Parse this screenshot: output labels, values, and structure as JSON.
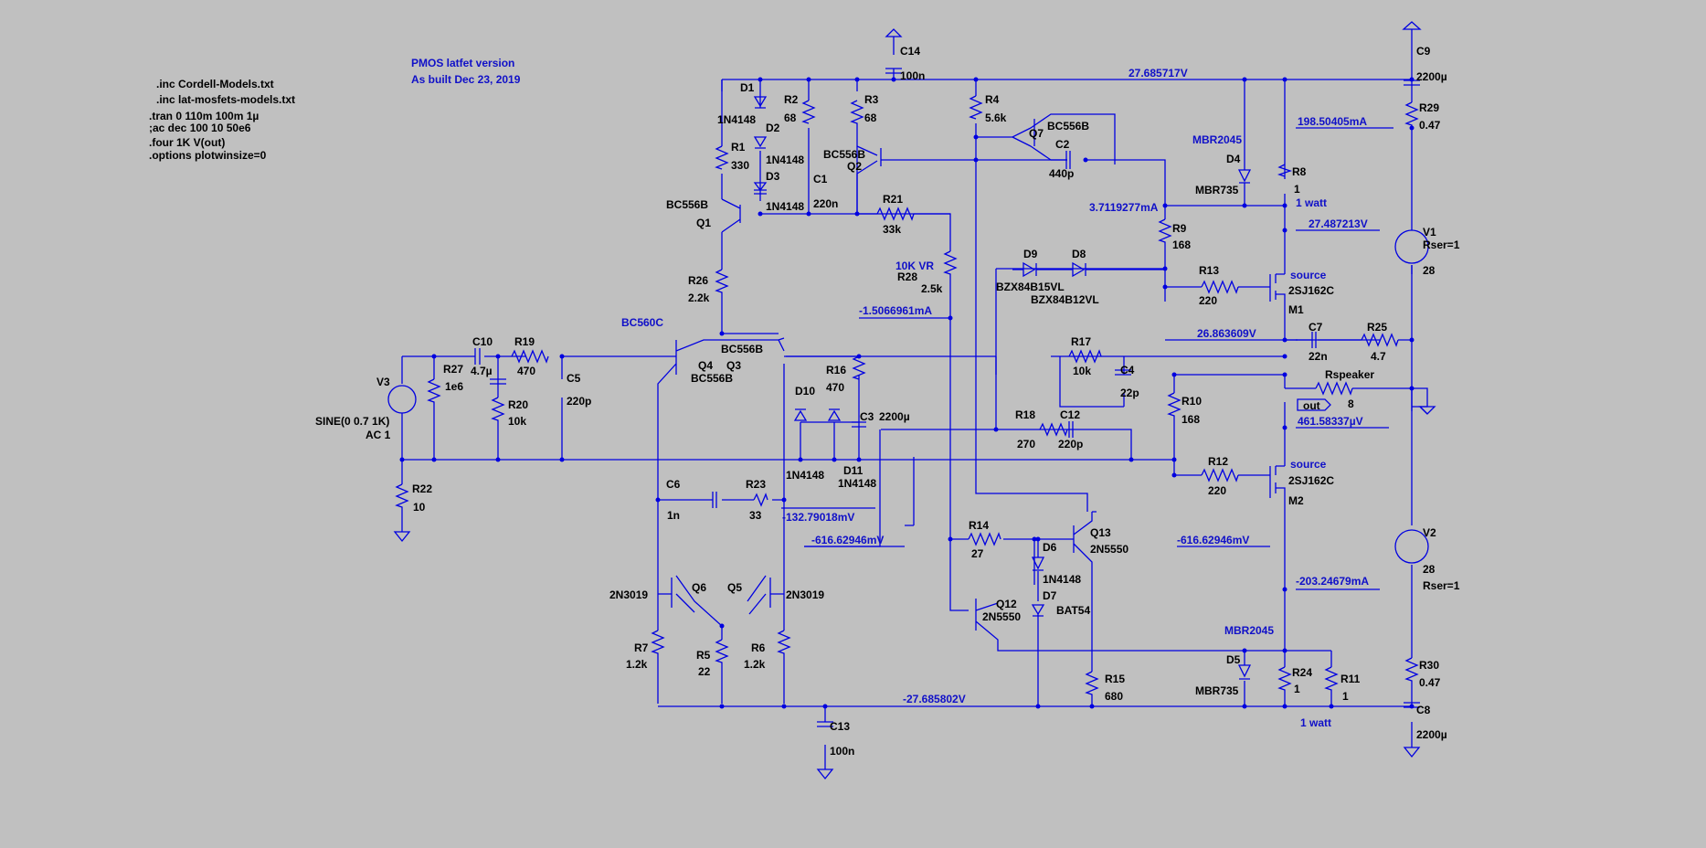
{
  "annotations": {
    "title": "PMOS latfet version",
    "date": "As built Dec 23, 2019"
  },
  "directives": [
    ".inc Cordell-Models.txt",
    ".inc lat-mosfets-models.txt",
    ".tran 0 110m 100m 1µ",
    ";ac dec 100 10 50e6",
    ".four 1K V(out)",
    ".options plotwinsize=0"
  ],
  "source_v3": {
    "ref": "V3",
    "value": "SINE(0 0.7 1K)",
    "ac": "AC 1"
  },
  "components": [
    {
      "ref": "C14",
      "value": "100n"
    },
    {
      "ref": "C9",
      "value": "2200µ"
    },
    {
      "ref": "R29",
      "value": "0.47"
    },
    {
      "ref": "D1",
      "value": "1N4148"
    },
    {
      "ref": "D2",
      "value": "1N4148"
    },
    {
      "ref": "D3",
      "value": "1N4148"
    },
    {
      "ref": "R1",
      "value": "330"
    },
    {
      "ref": "R2",
      "value": "68"
    },
    {
      "ref": "C1",
      "value": "220n"
    },
    {
      "ref": "R3",
      "value": "68"
    },
    {
      "ref": "Q2",
      "value": "BC556B"
    },
    {
      "ref": "R4",
      "value": "5.6k"
    },
    {
      "ref": "Q7",
      "value": "BC556B"
    },
    {
      "ref": "C2",
      "value": "440p"
    },
    {
      "ref": "D4",
      "value": "MBR735"
    },
    {
      "ref": "R8",
      "value": "1"
    },
    {
      "ref": "Q1",
      "value": "BC556B"
    },
    {
      "ref": "R21",
      "value": "33k"
    },
    {
      "ref": "R9",
      "value": "168"
    },
    {
      "ref": "R28",
      "value": "2.5k"
    },
    {
      "ref": "D9",
      "value": "BZX84B15VL"
    },
    {
      "ref": "D8",
      "value": "BZX84B12VL"
    },
    {
      "ref": "R13",
      "value": "220"
    },
    {
      "ref": "M1",
      "value": "2SJ162C"
    },
    {
      "ref": "V1",
      "value": "28"
    },
    {
      "ref": "R26",
      "value": "2.2k"
    },
    {
      "ref": "Q4",
      "value": "BC556B"
    },
    {
      "ref": "Q3",
      "value": "BC556B"
    },
    {
      "ref": "C7",
      "value": "22n"
    },
    {
      "ref": "R25",
      "value": "4.7"
    },
    {
      "ref": "C10",
      "value": "4.7µ"
    },
    {
      "ref": "R19",
      "value": "470"
    },
    {
      "ref": "R27",
      "value": "1e6"
    },
    {
      "ref": "R20",
      "value": "10k"
    },
    {
      "ref": "C5",
      "value": "220p"
    },
    {
      "ref": "R16",
      "value": "470"
    },
    {
      "ref": "R17",
      "value": "10k"
    },
    {
      "ref": "C4",
      "value": "22p"
    },
    {
      "ref": "Rspeaker",
      "value": "8"
    },
    {
      "ref": "R10",
      "value": "168"
    },
    {
      "ref": "D10",
      "value": "1N4148"
    },
    {
      "ref": "D11",
      "value": "1N4148"
    },
    {
      "ref": "C3",
      "value": "2200µ"
    },
    {
      "ref": "R18",
      "value": "270"
    },
    {
      "ref": "C12",
      "value": "220p"
    },
    {
      "ref": "R22",
      "value": "10"
    },
    {
      "ref": "C6",
      "value": "1n"
    },
    {
      "ref": "R23",
      "value": "33"
    },
    {
      "ref": "R12",
      "value": "220"
    },
    {
      "ref": "M2",
      "value": "2SJ162C"
    },
    {
      "ref": "R14",
      "value": "27"
    },
    {
      "ref": "Q13",
      "value": "2N5550"
    },
    {
      "ref": "D6",
      "value": "1N4148"
    },
    {
      "ref": "D7",
      "value": "BAT54"
    },
    {
      "ref": "Q12",
      "value": "2N5550"
    },
    {
      "ref": "V2",
      "value": "28"
    },
    {
      "ref": "Q6",
      "value": "2N3019"
    },
    {
      "ref": "Q5",
      "value": "2N3019"
    },
    {
      "ref": "R7",
      "value": "1.2k"
    },
    {
      "ref": "R5",
      "value": "22"
    },
    {
      "ref": "R6",
      "value": "1.2k"
    },
    {
      "ref": "R15",
      "value": "680"
    },
    {
      "ref": "D5",
      "value": "MBR735"
    },
    {
      "ref": "R24",
      "value": "1"
    },
    {
      "ref": "R11",
      "value": "1"
    },
    {
      "ref": "R30",
      "value": "0.47"
    },
    {
      "ref": "C8",
      "value": "2200µ"
    },
    {
      "ref": "C13",
      "value": "100n"
    }
  ],
  "extra_labels": {
    "rser1": "Rser=1",
    "rser2": "Rser=1",
    "q4_extra": "BC560C",
    "vr": "10K VR",
    "mbr_top": "MBR2045",
    "mbr_bot": "MBR2045",
    "source_m1": "source",
    "source_m2": "source",
    "watt_top": "1 watt",
    "watt_bot": "1 watt",
    "out_label": "out"
  },
  "measurements": [
    {
      "id": "m1",
      "text": "27.685717V"
    },
    {
      "id": "m2",
      "text": "198.50405mA"
    },
    {
      "id": "m3",
      "text": "3.7119277mA"
    },
    {
      "id": "m4",
      "text": "27.487213V"
    },
    {
      "id": "m5",
      "text": "-1.5066961mA"
    },
    {
      "id": "m6",
      "text": "26.863609V"
    },
    {
      "id": "m7",
      "text": "461.58337µV"
    },
    {
      "id": "m8",
      "text": "-132.79018mV"
    },
    {
      "id": "m9",
      "text": "-616.62946mV"
    },
    {
      "id": "m10",
      "text": "-616.62946mV"
    },
    {
      "id": "m11",
      "text": "-203.24679mA"
    },
    {
      "id": "m12",
      "text": "-27.685802V"
    }
  ]
}
